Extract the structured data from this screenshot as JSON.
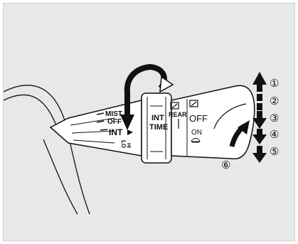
{
  "stalk_labels": {
    "mist": "MIST",
    "off": "OFF",
    "int": "INT",
    "lo": "LO",
    "hi": "HI",
    "int_time_1": "INT",
    "int_time_2": "TIME",
    "rear": "REAR",
    "off_rear": "OFF",
    "on": "ON"
  },
  "callouts": {
    "c1": "①",
    "c2": "②",
    "c3": "③",
    "c4": "④",
    "c5": "⑤",
    "c6": "⑥"
  },
  "icons": {
    "front_wiper": "front-wiper-icon",
    "rear_wiper": "rear-wiper-icon",
    "washer": "washer-icon",
    "rotate_arrow": "rotate-arrow-icon"
  },
  "colors": {
    "background": "#e8e8e8",
    "stalk": "#ffffff",
    "stroke": "#111111"
  }
}
